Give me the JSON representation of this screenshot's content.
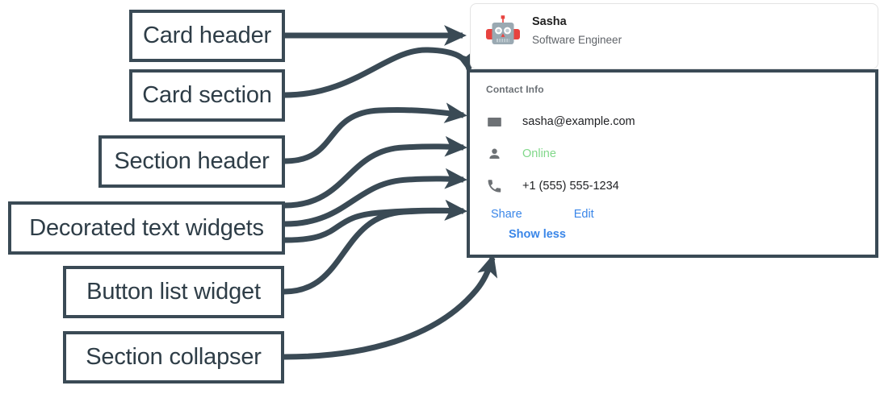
{
  "annotations": [
    {
      "label": "Card header",
      "name": "callout-card-header"
    },
    {
      "label": "Card section",
      "name": "callout-card-section"
    },
    {
      "label": "Section header",
      "name": "callout-section-header"
    },
    {
      "label": "Decorated text widgets",
      "name": "callout-decorated-text-widgets"
    },
    {
      "label": "Button list widget",
      "name": "callout-button-list-widget"
    },
    {
      "label": "Section collapser",
      "name": "callout-section-collapser"
    }
  ],
  "card": {
    "header": {
      "name": "Sasha",
      "role": "Software Engineer",
      "avatar_icon": "robot-avatar-icon"
    },
    "section": {
      "header": "Contact Info",
      "rows": [
        {
          "icon": "email-icon",
          "text": "sasha@example.com",
          "status": false
        },
        {
          "icon": "person-icon",
          "text": "Online",
          "status": true
        },
        {
          "icon": "phone-icon",
          "text": "+1 (555) 555-1234",
          "status": false
        }
      ],
      "buttons": [
        {
          "label": "Share",
          "name": "share-button"
        },
        {
          "label": "Edit",
          "name": "edit-button"
        }
      ],
      "collapser": "Show less"
    }
  },
  "colors": {
    "annotation": "#3a4a55",
    "link": "#3a86e8",
    "online": "#81d88a",
    "muted": "#5f6368",
    "robot_body": "#9aa9b2",
    "robot_accent": "#e8433f"
  }
}
